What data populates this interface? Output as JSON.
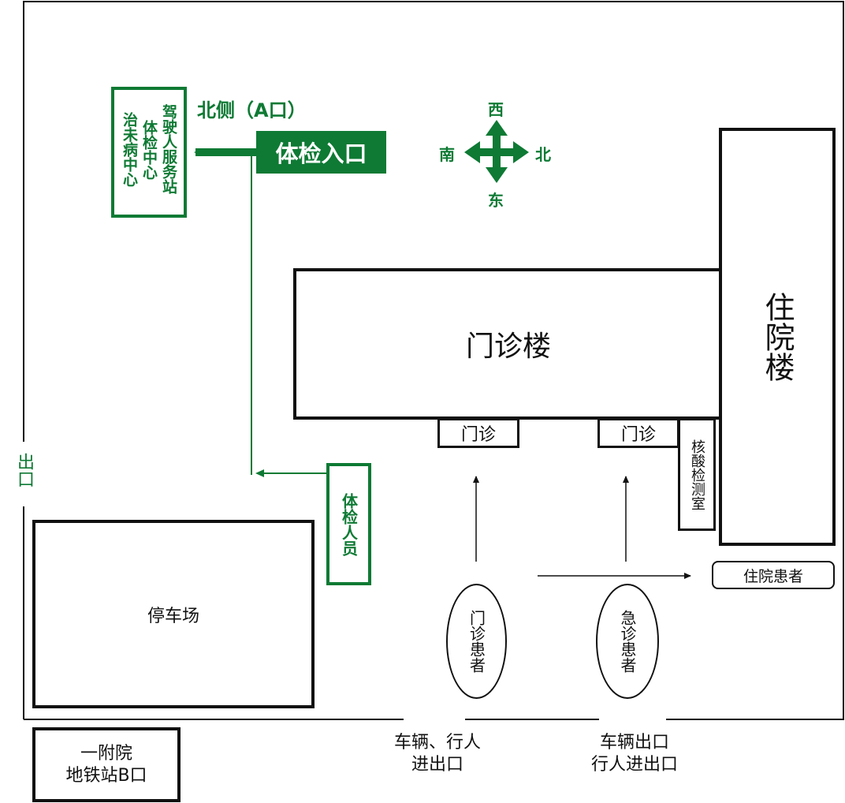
{
  "north_side": "北侧（A口）",
  "checkup_entrance": "体检入口",
  "green_building": {
    "col1": "驾驶人服务站",
    "col2": "体检中心",
    "col3": "治未病中心"
  },
  "compass": {
    "top": "西",
    "bottom": "东",
    "left": "南",
    "right": "北"
  },
  "outpatient_building": "门诊楼",
  "inpatient_building": "住院楼",
  "outpatient_door_1": "门诊",
  "outpatient_door_2": "门诊",
  "nucleic_acid_room": "核酸检测室",
  "exit_left": "出口",
  "checkup_people": "体检人员",
  "parking": "停车场",
  "inpatients": "住院患者",
  "outpatients": "门诊患者",
  "emergency_patients": "急诊患者",
  "gate_1": {
    "line1": "车辆、行人",
    "line2": "进出口"
  },
  "gate_2": {
    "line1": "车辆出口",
    "line2": "行人进出口"
  },
  "subway": {
    "line1": "一附院",
    "line2": "地铁站B口"
  },
  "colors": {
    "accent_green": "#0e7a34",
    "line": "#111111"
  }
}
